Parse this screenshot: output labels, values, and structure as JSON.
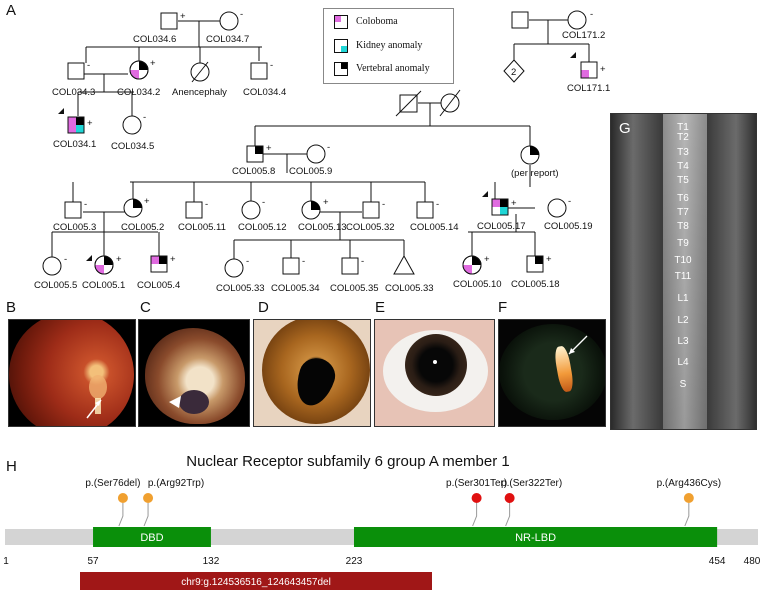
{
  "panels": {
    "A": "A",
    "B": "B",
    "C": "C",
    "D": "D",
    "E": "E",
    "F": "F",
    "G": "G",
    "H": "H"
  },
  "legend": {
    "coloboma": "Coloboma",
    "kidney": "Kidney anomaly",
    "vertebral": "Vertebral anomaly"
  },
  "colors": {
    "coloboma": "#e06be0",
    "kidney": "#1fd6d6",
    "vertebral": "#000000",
    "domain": "#0a8f0a",
    "protein_bar": "#d4d4d4",
    "deletion": "#a01717",
    "missense": "#f0a030",
    "nonsense": "#e01010"
  },
  "pedigree": {
    "col034": {
      "p6": "COL034.6",
      "p6_sign": "+",
      "p7": "COL034.7",
      "p7_sign": "-",
      "p3": "COL034.3",
      "p3_sign": "-",
      "p2": "COL034.2",
      "p2_sign": "+",
      "anencephaly": "Anencephaly",
      "p4": "COL034.4",
      "p4_sign": "-",
      "p1": "COL034.1",
      "p1_sign": "+",
      "p5": "COL034.5",
      "p5_sign": "-"
    },
    "col171": {
      "p2": "COL171.2",
      "p2_sign": "-",
      "sibs": "2",
      "p1": "COL171.1",
      "p1_sign": "+"
    },
    "col005": {
      "p8": "COL005.8",
      "p8_sign": "+",
      "p9": "COL005.9",
      "p9_sign": "-",
      "per_report": "(per report)",
      "p3": "COL005.3",
      "p3_sign": "-",
      "p2": "COL005.2",
      "p2_sign": "+",
      "p11": "COL005.11",
      "p11_sign": "-",
      "p12": "COL005.12",
      "p12_sign": "-",
      "p13": "COL005.13",
      "p13_sign": "+",
      "p32": "COL005.32",
      "p32_sign": "-",
      "p14": "COL005.14",
      "p14_sign": "-",
      "p17": "COL005.17",
      "p17_sign": "+",
      "p19": "COL005.19",
      "p19_sign": "-",
      "p5": "COL005.5",
      "p5_sign": "-",
      "p1": "COL005.1",
      "p1_sign": "+",
      "p4": "COL005.4",
      "p4_sign": "+",
      "p33": "COL005.33",
      "p33_sign": "-",
      "p34": "COL005.34",
      "p34_sign": "-",
      "p35": "COL005.35",
      "p35_sign": "-",
      "p33b": "COL005.33",
      "p10": "COL005.10",
      "p10_sign": "+",
      "p18": "COL005.18",
      "p18_sign": "+"
    }
  },
  "xray_labels": [
    "T1",
    "T2",
    "T3",
    "T4",
    "T5",
    "T6",
    "T7",
    "T8",
    "T9",
    "T10",
    "T11",
    "L1",
    "L2",
    "L3",
    "L4",
    "S"
  ],
  "protein": {
    "title": "Nuclear Receptor subfamily 6 group A member 1",
    "length": 480,
    "domains": [
      {
        "name": "DBD",
        "start": 57,
        "end": 132
      },
      {
        "name": "NR-LBD",
        "start": 223,
        "end": 454
      }
    ],
    "ticks": [
      1,
      57,
      132,
      223,
      454,
      480
    ],
    "variants": [
      {
        "label": "p.(Ser76del)",
        "pos": 76,
        "kind": "missense"
      },
      {
        "label": "p.(Arg92Trp)",
        "pos": 92,
        "kind": "missense"
      },
      {
        "label": "p.(Ser301Ter)",
        "pos": 301,
        "kind": "nonsense"
      },
      {
        "label": "p.(Ser322Ter)",
        "pos": 322,
        "kind": "nonsense"
      },
      {
        "label": "p.(Arg436Cys)",
        "pos": 436,
        "kind": "missense"
      }
    ],
    "deletion": "chr9:g.124536516_124643457del"
  }
}
